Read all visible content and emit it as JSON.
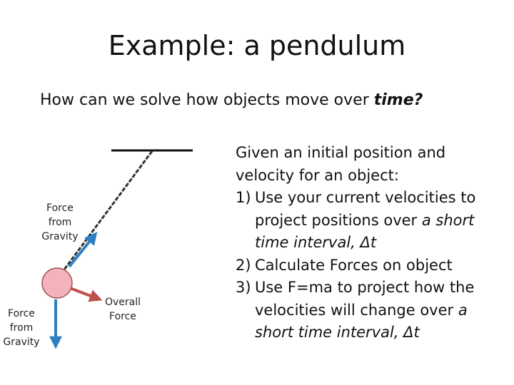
{
  "title": "Example: a pendulum",
  "subtitle": {
    "prefix": "How can we solve how objects move over ",
    "emphasis": "time?"
  },
  "diagram": {
    "label_gravity_top": [
      "Force",
      "from",
      "Gravity"
    ],
    "label_overall": [
      "Overall",
      "Force"
    ],
    "label_gravity_bottom": [
      "Force",
      "from",
      "Gravity"
    ],
    "colors": {
      "ball_fill": "#f4b3bb",
      "ball_stroke": "#a05058",
      "arrow_blue": "#2f7fc3",
      "arrow_red": "#c0504d",
      "string": "#333333"
    }
  },
  "steps": {
    "intro_1": "Given an initial position and",
    "intro_2": "velocity for an object:",
    "s1_num": "1)",
    "s1_a": "Use your current velocities to",
    "s1_b_plain": "project positions over ",
    "s1_b_ital": "a short",
    "s1_c_ital": "time interval, Δt",
    "s2_num": "2)",
    "s2": "Calculate Forces on object",
    "s3_num": "3)",
    "s3_a": "Use F=ma to project how the",
    "s3_b_plain": "velocities will change over ",
    "s3_b_ital": "a",
    "s3_c_ital": "short time interval, Δt"
  }
}
